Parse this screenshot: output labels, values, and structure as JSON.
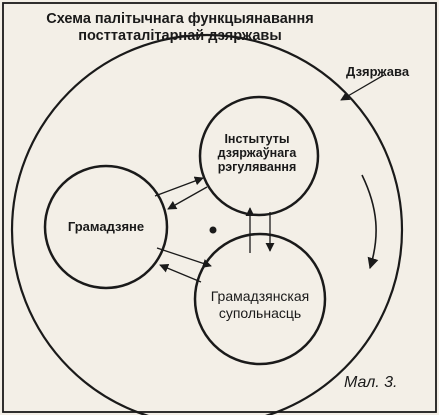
{
  "title": {
    "line1": "Схема палітычнага функцыянавання",
    "line2": "посттаталітарнай дзяржавы"
  },
  "nodes": {
    "state": "Дзяржава",
    "institutes": {
      "line1": "Інстытуты",
      "line2": "дзяржаўнага",
      "line3": "рэгулявання"
    },
    "citizens": "Грамадзяне",
    "society": {
      "line1": "Грамадзянская",
      "line2": "супольнасць"
    }
  },
  "caption": "Мал. 3.",
  "colors": {
    "background": "#f3efe7",
    "ink": "#1a1a1a"
  }
}
